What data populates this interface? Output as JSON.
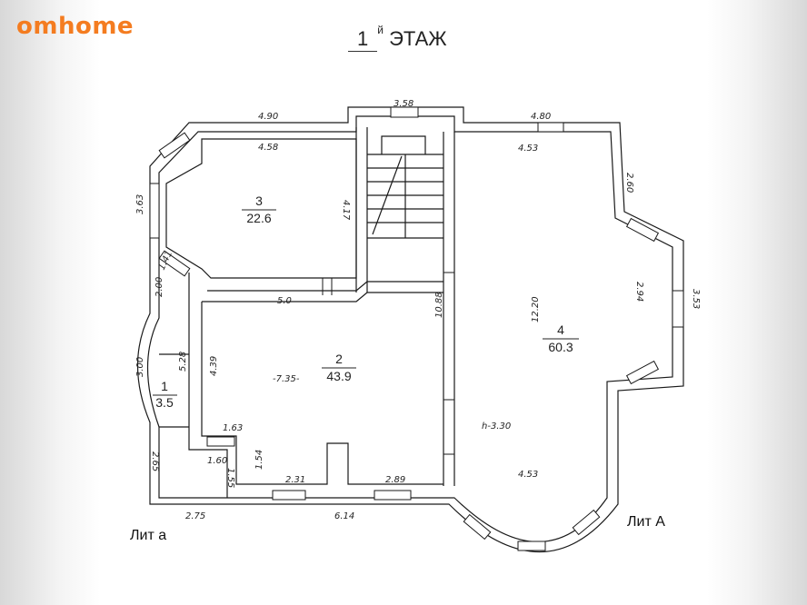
{
  "brand": {
    "logo": "omhome",
    "color": "#f47c20"
  },
  "floor_title": {
    "number": "1",
    "suffix": "й",
    "label": "ЭТАЖ"
  },
  "rooms": [
    {
      "number": "1",
      "area": "3.5"
    },
    {
      "number": "2",
      "area": "43.9"
    },
    {
      "number": "3",
      "area": "22.6"
    },
    {
      "number": "4",
      "area": "60.3"
    }
  ],
  "building_labels": {
    "lit_a_small": "Лит а",
    "lit_a_big": "Лит А"
  },
  "height_note": "h-3.30",
  "dimensions": {
    "top_left": "4.90",
    "top_mid": "3.58",
    "top_right": "4.80",
    "room3_top": "4.58",
    "room4_top": "4.53",
    "right_upper": "2.60",
    "room3_left": "3.63",
    "room3_right": "4.17",
    "corner_left": "2.00",
    "corner_small": "1.41",
    "room2_top": "5.0",
    "corridor": "10.88",
    "room4_height": "12.20",
    "room4_right": "2.94",
    "outer_right": "3.53",
    "bay_left": "3.00",
    "room1_a": "5.28",
    "room1_b": "4.39",
    "room2_width": "-7.35-",
    "small_a": "1.63",
    "small_b": "1.60",
    "small_c": "1.54",
    "small_d": "1.55",
    "outer_left": "2.65",
    "bottom_a": "2.31",
    "bottom_b": "2.89",
    "bottom_left": "2.75",
    "bottom_mid": "6.14",
    "room4_bottom": "4.53"
  }
}
